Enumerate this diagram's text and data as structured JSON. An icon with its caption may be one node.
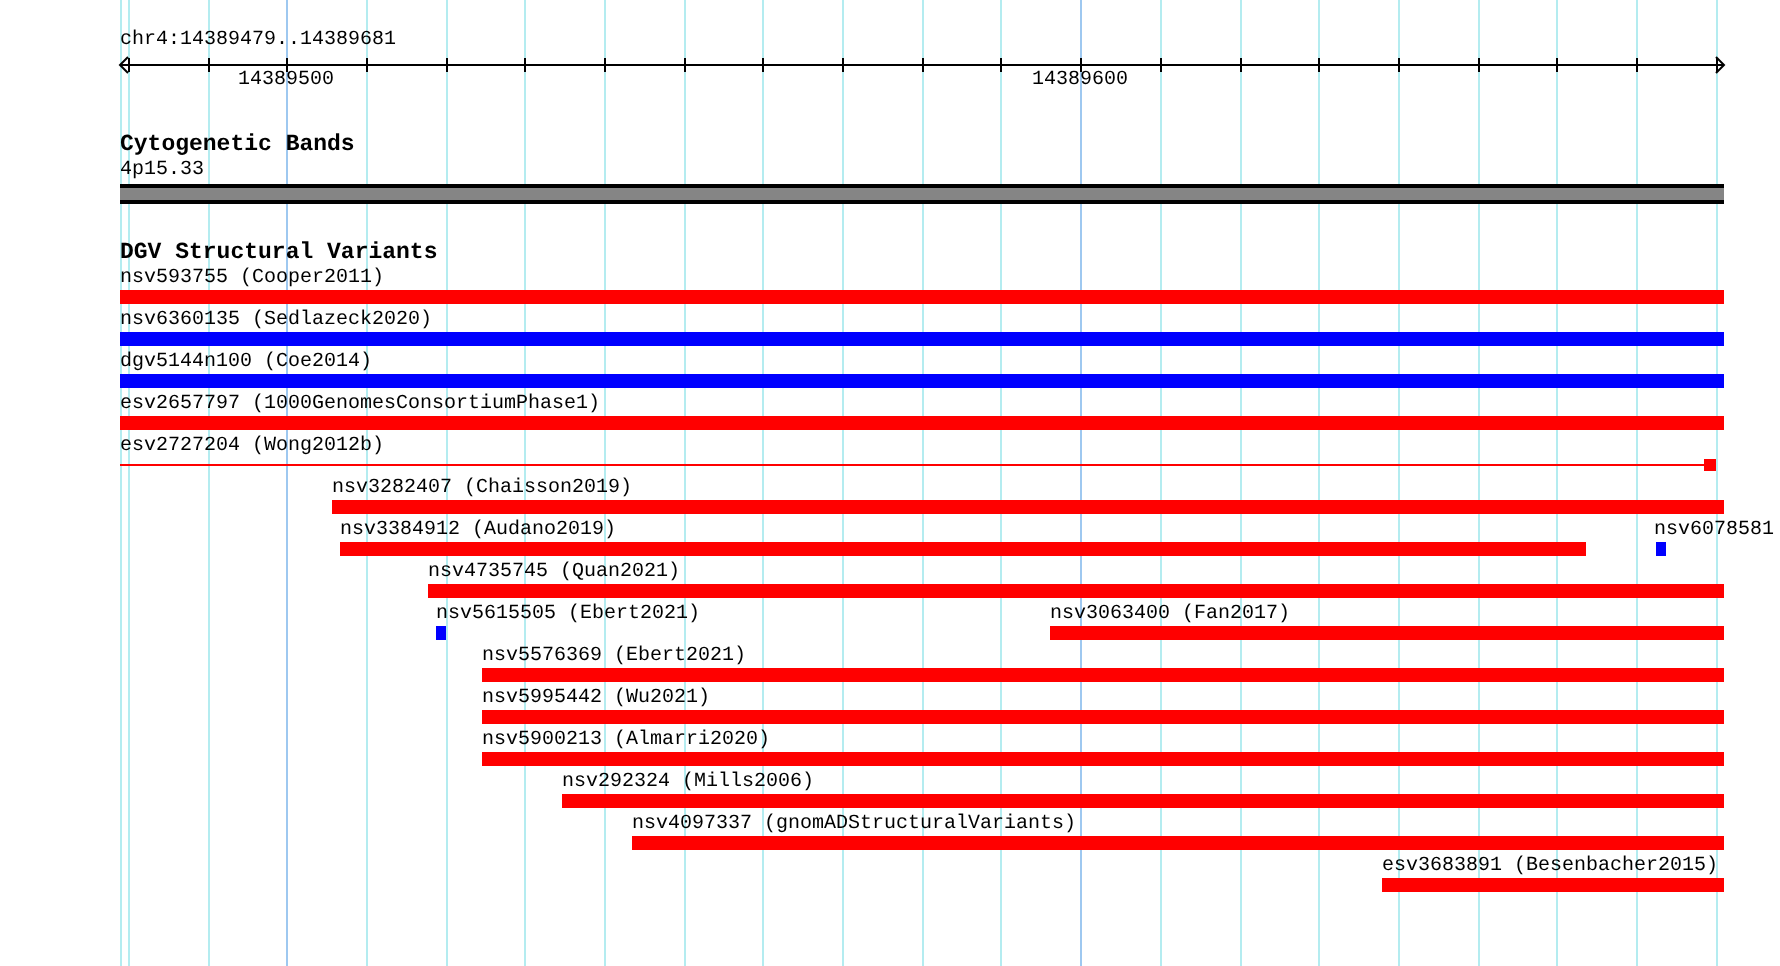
{
  "diagram": {
    "nodes": [
      {
        "text": [
          "4p15.33"
        ]
      },
      {
        "text": [
          "nsv593755 (Cooper2011)"
        ]
      },
      {
        "text": [
          "nsv6360135 (Sedlazeck2020)"
        ]
      },
      {
        "text": [
          "dgv5144n100 (Coe2014)"
        ]
      },
      {
        "text": [
          "esv2657797 (1000GenomesConsortiumPhase1)"
        ]
      },
      {
        "text": [
          "esv2727204 (Wong2012b)"
        ]
      },
      {
        "text": [
          "nsv3282407 (Chaisson2019)"
        ]
      },
      {
        "text": [
          "nsv3384912 (Audano2019)"
        ]
      },
      {
        "text": [
          "nsv6078581"
        ]
      },
      {
        "text": [
          "nsv4735745 (Quan2021)"
        ]
      },
      {
        "text": [
          "nsv5615505 (Ebert2021)"
        ]
      },
      {
        "text": [
          "nsv3063400 (Fan2017)"
        ]
      },
      {
        "text": [
          "nsv5576369 (Ebert2021)"
        ]
      },
      {
        "text": [
          "nsv5995442 (Wu2021)"
        ]
      },
      {
        "text": [
          "nsv5900213 (Almarri2020)"
        ]
      },
      {
        "text": [
          "nsv292324 (Mills2006)"
        ]
      },
      {
        "text": [
          "nsv4097337 (gnomADStructuralVariants)"
        ]
      },
      {
        "text": [
          "esv3683891 (Besenbacher2015)"
        ]
      }
    ],
    "labels": [
      "chr4:14389479..14389681",
      "14389500",
      "14389600",
      "Cytogenetic Bands",
      "DGV Structural Variants"
    ]
  }
}
